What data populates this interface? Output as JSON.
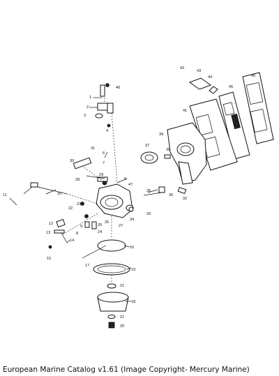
{
  "caption": "European Marine Catalog v1.61 (Image Copyright- Mercury Marine)",
  "part_numbers": [
    "1",
    "2",
    "3",
    "4",
    "5",
    "6",
    "7",
    "8",
    "9",
    "10",
    "11",
    "12",
    "13",
    "14",
    "15",
    "16",
    "17",
    "18",
    "19",
    "20",
    "21",
    "21",
    "22",
    "23",
    "24",
    "25",
    "26",
    "27",
    "28",
    "29",
    "30",
    "31",
    "32",
    "33",
    "34",
    "35",
    "36",
    "37",
    "38",
    "39",
    "40",
    "41",
    "42",
    "43",
    "44",
    "45",
    "46",
    "47"
  ]
}
